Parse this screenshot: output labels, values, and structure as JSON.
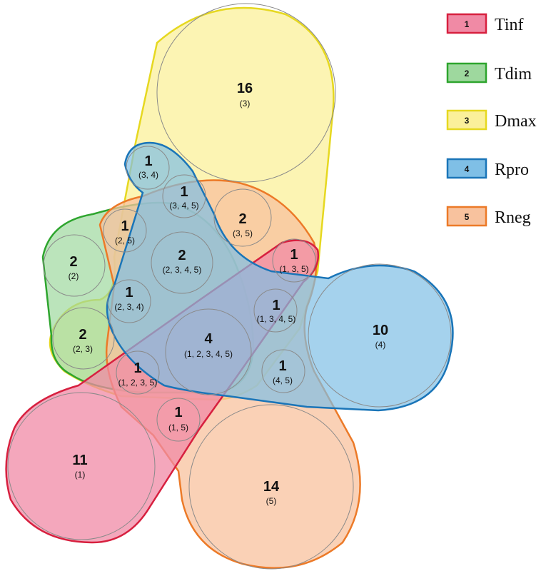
{
  "legend": [
    {
      "id": "1",
      "name": "Tinf",
      "fill": "#f08aa5",
      "stroke": "#d7203f"
    },
    {
      "id": "2",
      "name": "Tdim",
      "fill": "#9ed89e",
      "stroke": "#2ea52e"
    },
    {
      "id": "3",
      "name": "Dmax",
      "fill": "#fbf09a",
      "stroke": "#e6d820"
    },
    {
      "id": "4",
      "name": "Rpro",
      "fill": "#7fbfe6",
      "stroke": "#1a75b8"
    },
    {
      "id": "5",
      "name": "Rneg",
      "fill": "#f8c29e",
      "stroke": "#ec7a28"
    }
  ],
  "regions": [
    {
      "count": "16",
      "sets": "(3)"
    },
    {
      "count": "1",
      "sets": "(3, 4)"
    },
    {
      "count": "1",
      "sets": "(3, 4, 5)"
    },
    {
      "count": "2",
      "sets": "(3, 5)"
    },
    {
      "count": "1",
      "sets": "(2, 5)"
    },
    {
      "count": "2",
      "sets": "(2)"
    },
    {
      "count": "2",
      "sets": "(2, 3, 4, 5)"
    },
    {
      "count": "1",
      "sets": "(1, 3, 5)"
    },
    {
      "count": "1",
      "sets": "(2, 3, 4)"
    },
    {
      "count": "1",
      "sets": "(1, 3, 4, 5)"
    },
    {
      "count": "2",
      "sets": "(2, 3)"
    },
    {
      "count": "4",
      "sets": "(1, 2, 3, 4, 5)"
    },
    {
      "count": "10",
      "sets": "(4)"
    },
    {
      "count": "1",
      "sets": "(4, 5)"
    },
    {
      "count": "1",
      "sets": "(1, 2, 3, 5)"
    },
    {
      "count": "1",
      "sets": "(1, 5)"
    },
    {
      "count": "11",
      "sets": "(1)"
    },
    {
      "count": "14",
      "sets": "(5)"
    }
  ]
}
